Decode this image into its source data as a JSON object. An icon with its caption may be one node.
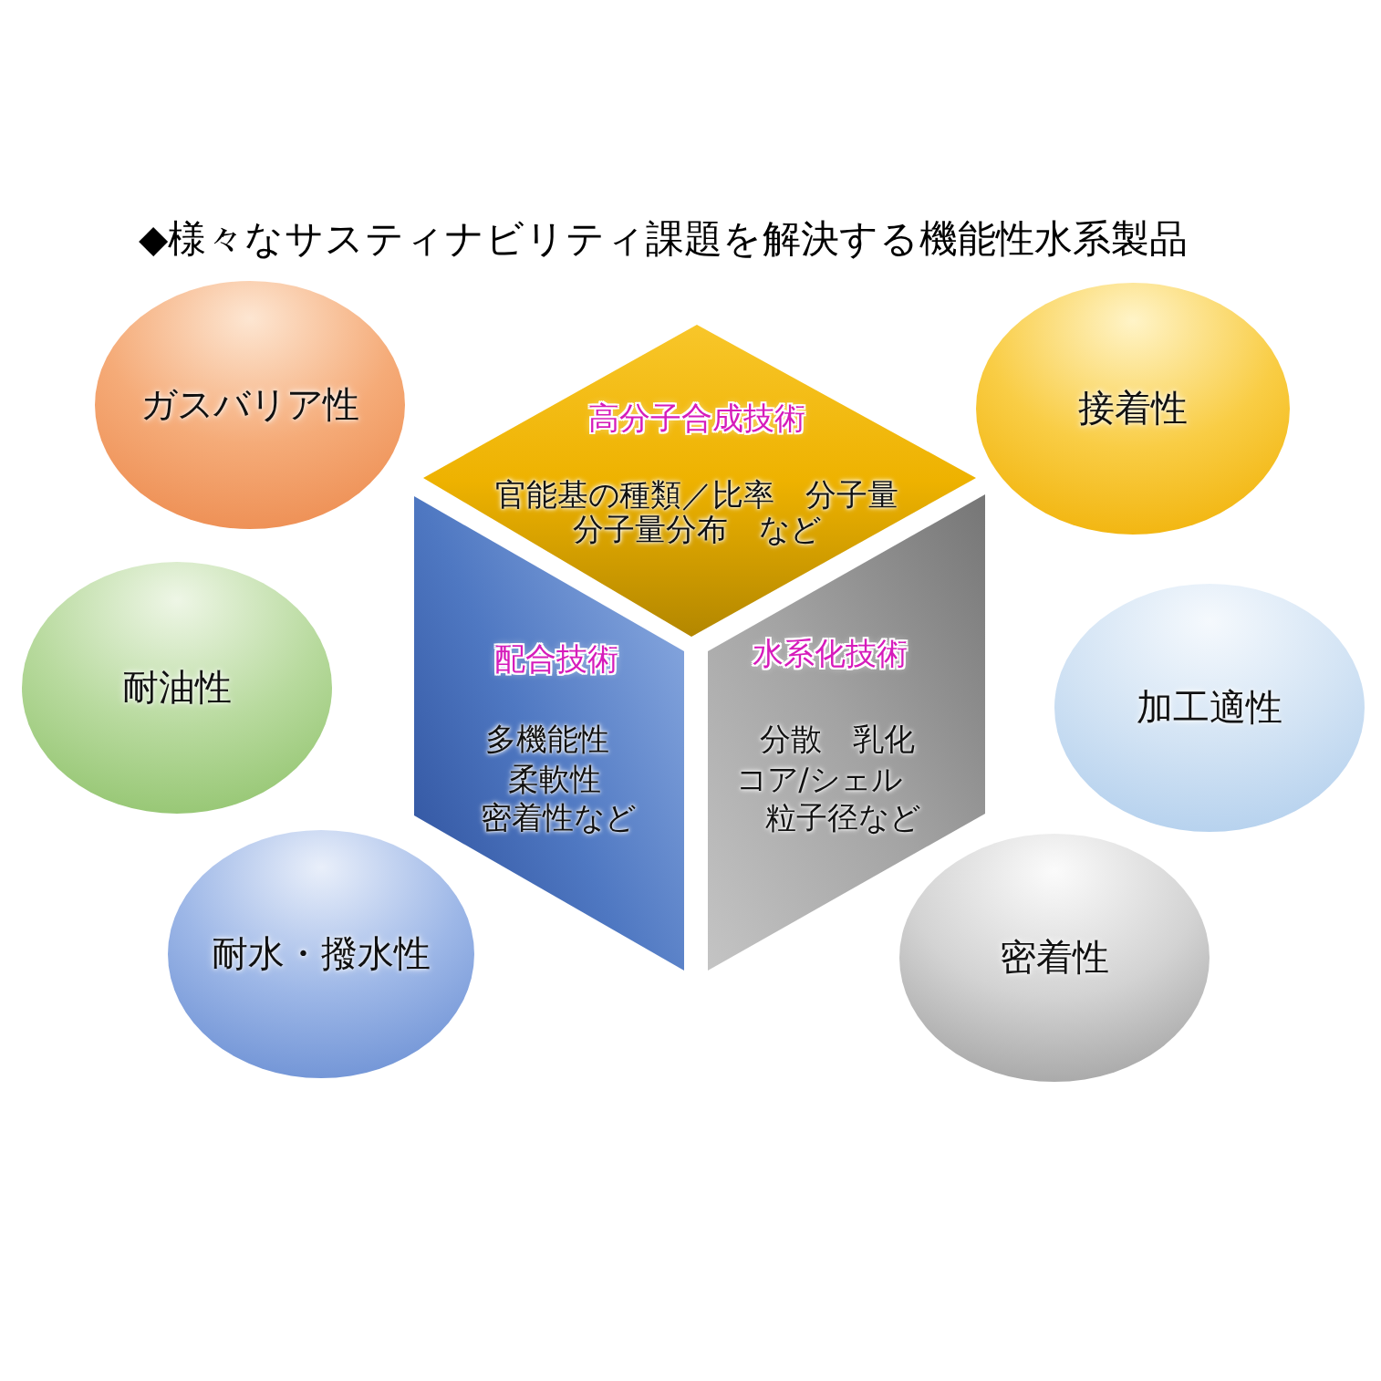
{
  "diagram": {
    "title": "◆様々なサスティナビリティ課題を解決する機能性水系製品",
    "nodes": [
      {
        "text": [
          "ガスバリア性"
        ]
      },
      {
        "text": [
          "高分子合成技術",
          "官能基の種類／比率　分子量",
          "分子量分布　など"
        ]
      },
      {
        "text": [
          "接着性"
        ]
      },
      {
        "text": [
          "耐油性"
        ]
      },
      {
        "text": [
          "配合技術",
          "多機能性",
          "柔軟性",
          "密着性など"
        ]
      },
      {
        "text": [
          "水系化技術",
          "分散　乳化",
          "コア/シェル",
          "粒子径など"
        ]
      },
      {
        "text": [
          "加工適性"
        ]
      },
      {
        "text": [
          "耐水・撥水性"
        ]
      },
      {
        "text": [
          "密着性"
        ]
      }
    ]
  }
}
